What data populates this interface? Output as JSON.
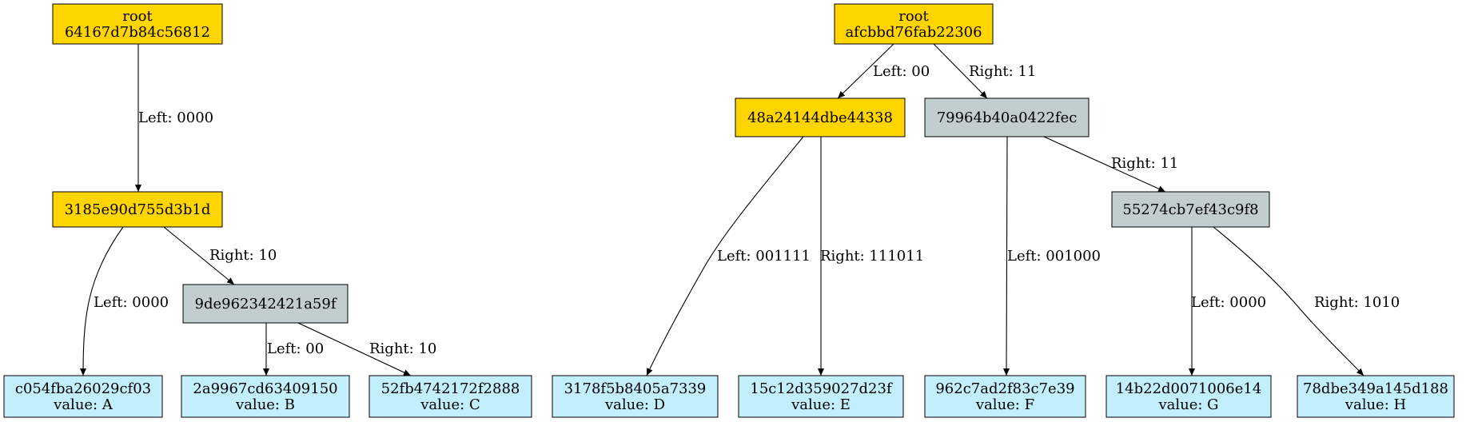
{
  "colors": {
    "branch_fill": "#ffd500",
    "extension_fill": "#c2cdcd",
    "leaf_fill": "#c3eefc",
    "stroke": "#000000"
  },
  "trees": [
    {
      "nodes": [
        {
          "id": "n1",
          "kind": "branch",
          "lines": [
            "root",
            "64167d7b84c56812"
          ]
        },
        {
          "id": "n2",
          "kind": "branch",
          "lines": [
            "3185e90d755d3b1d"
          ]
        },
        {
          "id": "n3",
          "kind": "extension",
          "lines": [
            "9de962342421a59f"
          ]
        },
        {
          "id": "n4",
          "kind": "leaf",
          "lines": [
            "c054fba26029cf03",
            "value: A"
          ]
        },
        {
          "id": "n5",
          "kind": "leaf",
          "lines": [
            "2a9967cd63409150",
            "value: B"
          ]
        },
        {
          "id": "n6",
          "kind": "leaf",
          "lines": [
            "52fb4742172f2888",
            "value: C"
          ]
        }
      ],
      "edges": [
        {
          "from": "n1",
          "to": "n2",
          "label": "Left: 0000"
        },
        {
          "from": "n2",
          "to": "n4",
          "label": "Left: 0000"
        },
        {
          "from": "n2",
          "to": "n3",
          "label": "Right: 10"
        },
        {
          "from": "n3",
          "to": "n5",
          "label": "Left: 00"
        },
        {
          "from": "n3",
          "to": "n6",
          "label": "Right: 10"
        }
      ]
    },
    {
      "nodes": [
        {
          "id": "m1",
          "kind": "branch",
          "lines": [
            "root",
            "afcbbd76fab22306"
          ]
        },
        {
          "id": "m2",
          "kind": "branch",
          "lines": [
            "48a24144dbe44338"
          ]
        },
        {
          "id": "m3",
          "kind": "extension",
          "lines": [
            "79964b40a0422fec"
          ]
        },
        {
          "id": "m4",
          "kind": "extension",
          "lines": [
            "55274cb7ef43c9f8"
          ]
        },
        {
          "id": "m5",
          "kind": "leaf",
          "lines": [
            "3178f5b8405a7339",
            "value: D"
          ]
        },
        {
          "id": "m6",
          "kind": "leaf",
          "lines": [
            "15c12d359027d23f",
            "value: E"
          ]
        },
        {
          "id": "m7",
          "kind": "leaf",
          "lines": [
            "962c7ad2f83c7e39",
            "value: F"
          ]
        },
        {
          "id": "m8",
          "kind": "leaf",
          "lines": [
            "14b22d0071006e14",
            "value: G"
          ]
        },
        {
          "id": "m9",
          "kind": "leaf",
          "lines": [
            "78dbe349a145d188",
            "value: H"
          ]
        }
      ],
      "edges": [
        {
          "from": "m1",
          "to": "m2",
          "label": "Left: 00"
        },
        {
          "from": "m1",
          "to": "m3",
          "label": "Right: 11"
        },
        {
          "from": "m2",
          "to": "m5",
          "label": "Left: 001111"
        },
        {
          "from": "m2",
          "to": "m6",
          "label": "Right: 111011"
        },
        {
          "from": "m3",
          "to": "m7",
          "label": "Left: 001000"
        },
        {
          "from": "m3",
          "to": "m4",
          "label": "Right: 11"
        },
        {
          "from": "m4",
          "to": "m8",
          "label": "Left: 0000"
        },
        {
          "from": "m4",
          "to": "m9",
          "label": "Right: 1010"
        }
      ]
    }
  ]
}
